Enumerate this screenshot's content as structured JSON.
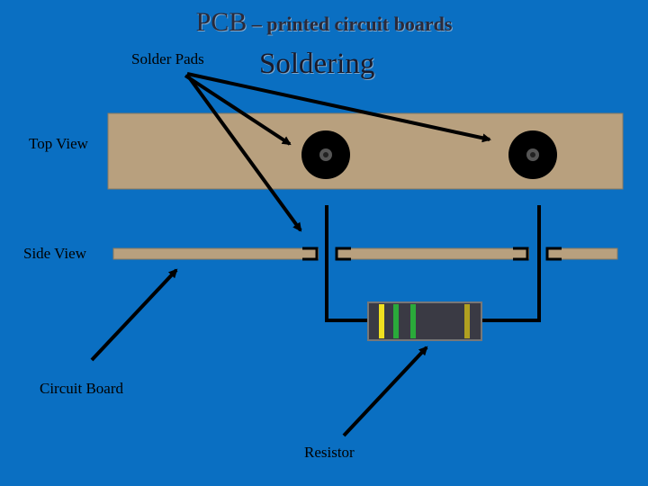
{
  "slide": {
    "title_main": "PCB",
    "title_sub": " – printed circuit boards",
    "heading": "Soldering"
  },
  "labels": {
    "solder_pads": "Solder Pads",
    "top_view": "Top View",
    "side_view": "Side View",
    "circuit_board": "Circuit Board",
    "resistor": "Resistor"
  },
  "colors": {
    "background": "#0a6fc2",
    "board": "#b8a07e",
    "pad": "#000000",
    "resistor_body": "#3a3a44",
    "band_yellow": "#f0e020",
    "band_green": "#2aaa3a",
    "band_olive": "#b0a020"
  }
}
